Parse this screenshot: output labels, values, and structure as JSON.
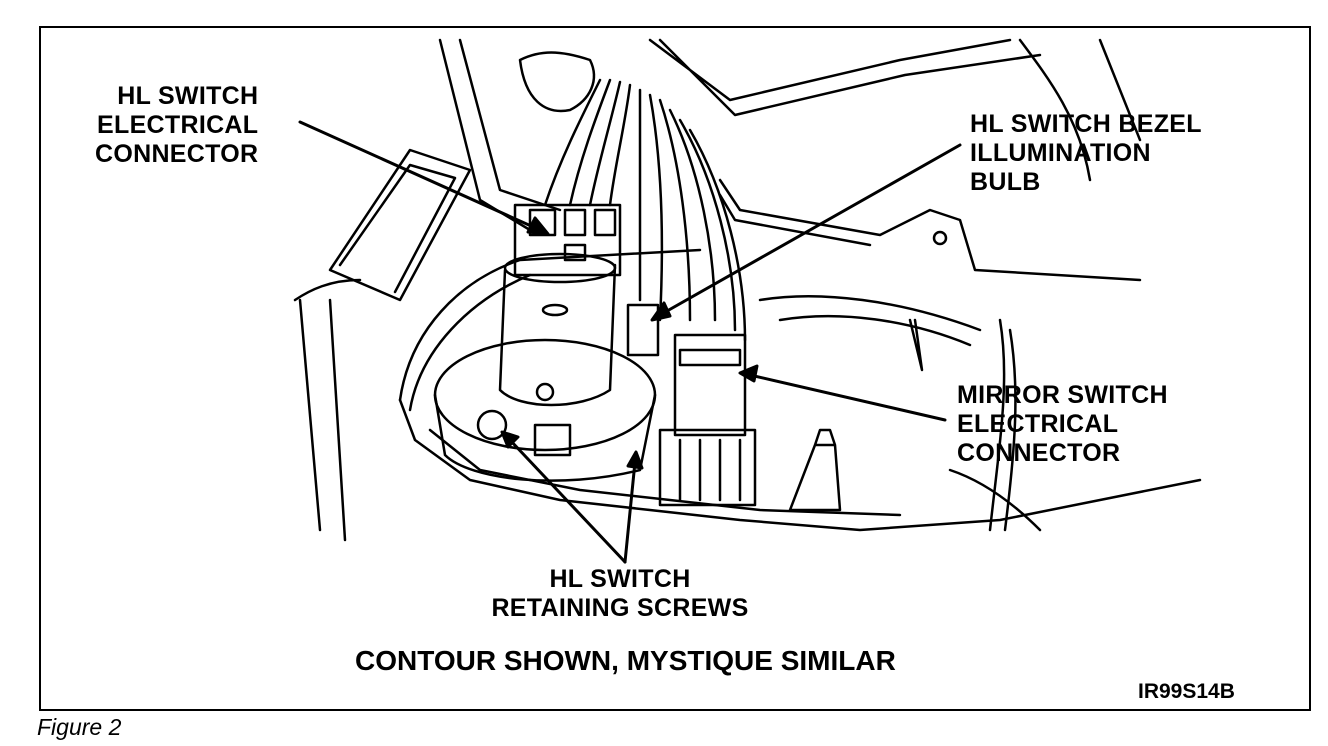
{
  "callouts": {
    "hl_connector": [
      "HL SWITCH",
      "ELECTRICAL",
      "CONNECTOR"
    ],
    "bezel_bulb": [
      "HL SWITCH BEZEL",
      "ILLUMINATION",
      "BULB"
    ],
    "mirror_connector": [
      "MIRROR SWITCH",
      "ELECTRICAL",
      "CONNECTOR"
    ],
    "retaining_screws": [
      "HL SWITCH",
      "RETAINING SCREWS"
    ]
  },
  "caption": "CONTOUR SHOWN, MYSTIQUE SIMILAR",
  "illustration_code": "IR99S14B",
  "figure_label": "Figure 2"
}
